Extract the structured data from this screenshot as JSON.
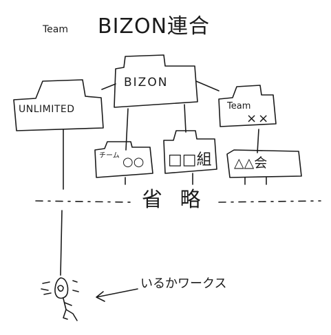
{
  "title": {
    "prefix": "Team",
    "main": "BIZON連合"
  },
  "nodes": {
    "root": "BIZON",
    "unlimited": "UNLIMITED",
    "team_xx_line1": "Team",
    "team_xx_line2": "××",
    "team_oo_prefix": "チーム",
    "team_oo_marks": "○○",
    "kumi": "□□組",
    "kai": "△△会"
  },
  "divider": {
    "label": "省 略"
  },
  "annotation": {
    "label": "いるかワークス"
  },
  "colors": {
    "ink": "#1a1a1a",
    "background": "#ffffff"
  }
}
